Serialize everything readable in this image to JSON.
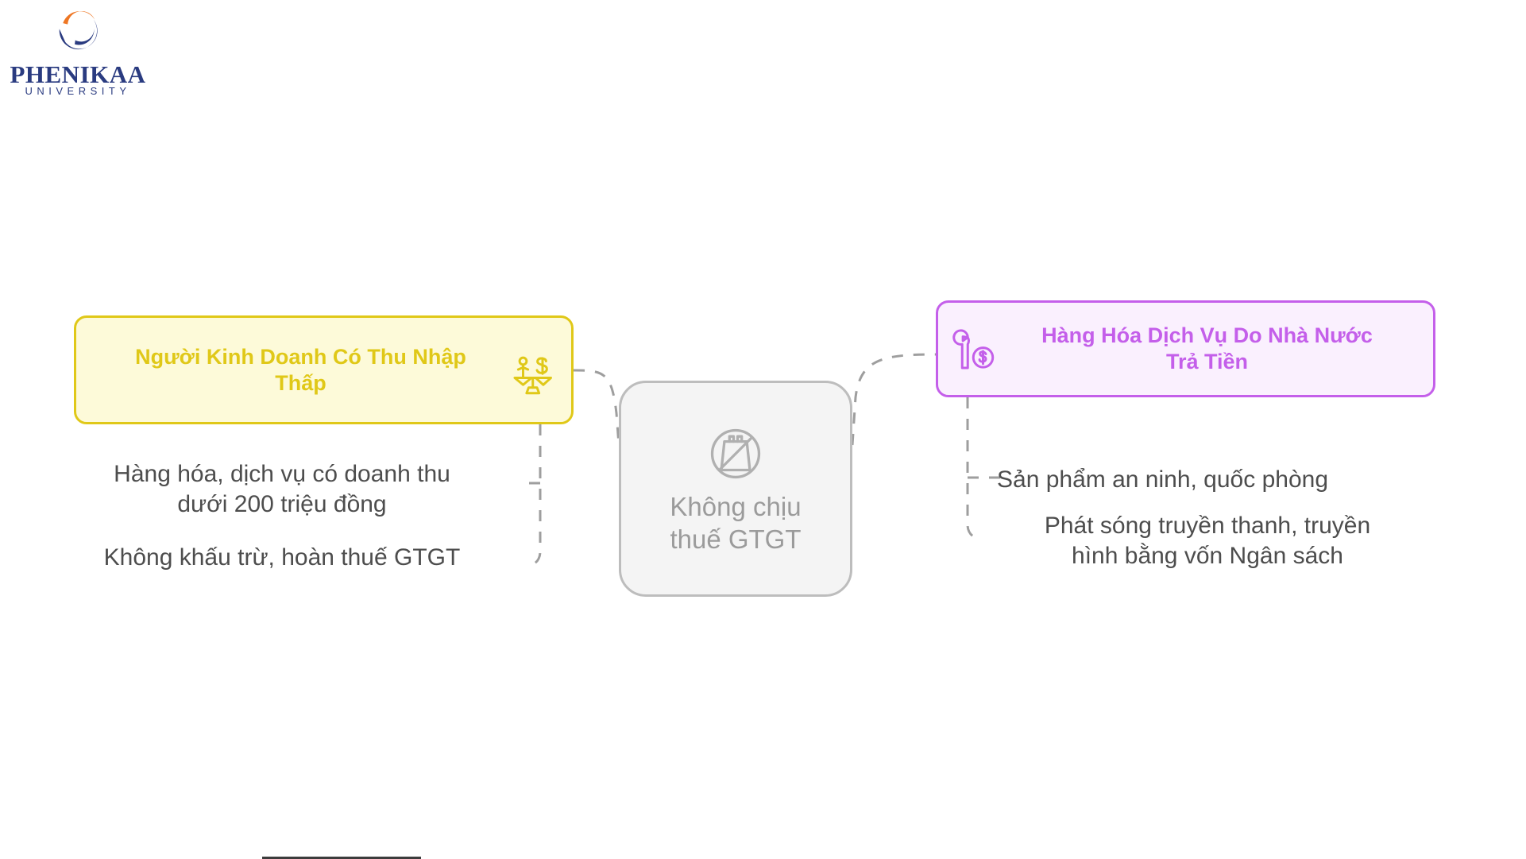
{
  "brand": {
    "name": "PHENIKAA",
    "subtitle": "UNIVERSITY",
    "logo_icon": "phenikaa-circle-swoosh-logo",
    "colors": {
      "navy": "#2a3b80",
      "orange": "#ee7623"
    }
  },
  "diagram": {
    "type": "mindmap",
    "center": {
      "label": "Không chịu\nthuế GTGT",
      "icon": "no-shopping-bag-icon",
      "text_color": "#9b9b9b",
      "fill": "#f4f4f4",
      "border": "#bdbdbd"
    },
    "branches": [
      {
        "id": "left",
        "title": "Người Kinh Doanh Có Thu Nhập\nThấp",
        "icon": "scale-person-money-icon",
        "accent": "#e0c818",
        "fill": "#fdfad9",
        "leaves": [
          "Hàng hóa, dịch vụ có doanh thu\ndưới 200 triệu đồng",
          "Không khấu trừ, hoàn thuế GTGT"
        ]
      },
      {
        "id": "right",
        "title": "Hàng Hóa Dịch Vụ Do Nhà Nước\nTrả Tiền",
        "icon": "wrench-dollar-coin-icon",
        "accent": "#c45fea",
        "fill": "#faf0fe",
        "leaves": [
          "Sản phẩm an ninh, quốc phòng",
          "Phát sóng truyền thanh, truyền\nhình bằng vốn Ngân sách"
        ]
      }
    ],
    "connector_color": "#9e9e9e",
    "connector_style": "dashed"
  }
}
